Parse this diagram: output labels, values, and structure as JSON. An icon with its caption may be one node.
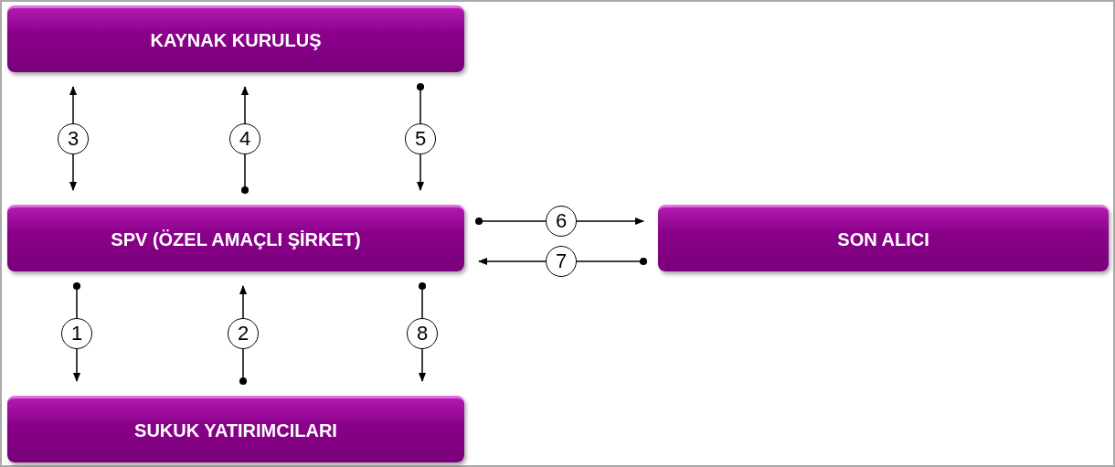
{
  "diagram": {
    "nodes": [
      {
        "text": [
          "KAYNAK KURULUŞ"
        ]
      },
      {
        "text": [
          "SPV (ÖZEL AMAÇLI ŞİRKET)"
        ]
      },
      {
        "text": [
          "SON ALICI"
        ]
      },
      {
        "text": [
          "SUKUK YATIRIMCILARI"
        ]
      }
    ],
    "edges": [
      {
        "from": 0,
        "to": 1,
        "arrow": "both",
        "label": "3"
      },
      {
        "from": 1,
        "to": 0,
        "arrow": "to",
        "label": "4"
      },
      {
        "from": 0,
        "to": 1,
        "arrow": "to",
        "label": "5"
      },
      {
        "from": 1,
        "to": 2,
        "arrow": "to",
        "label": "6"
      },
      {
        "from": 2,
        "to": 1,
        "arrow": "to",
        "label": "7"
      },
      {
        "from": 1,
        "to": 3,
        "arrow": "to",
        "label": "1"
      },
      {
        "from": 3,
        "to": 1,
        "arrow": "to",
        "label": "2"
      },
      {
        "from": 1,
        "to": 3,
        "arrow": "to",
        "label": "8"
      }
    ]
  }
}
